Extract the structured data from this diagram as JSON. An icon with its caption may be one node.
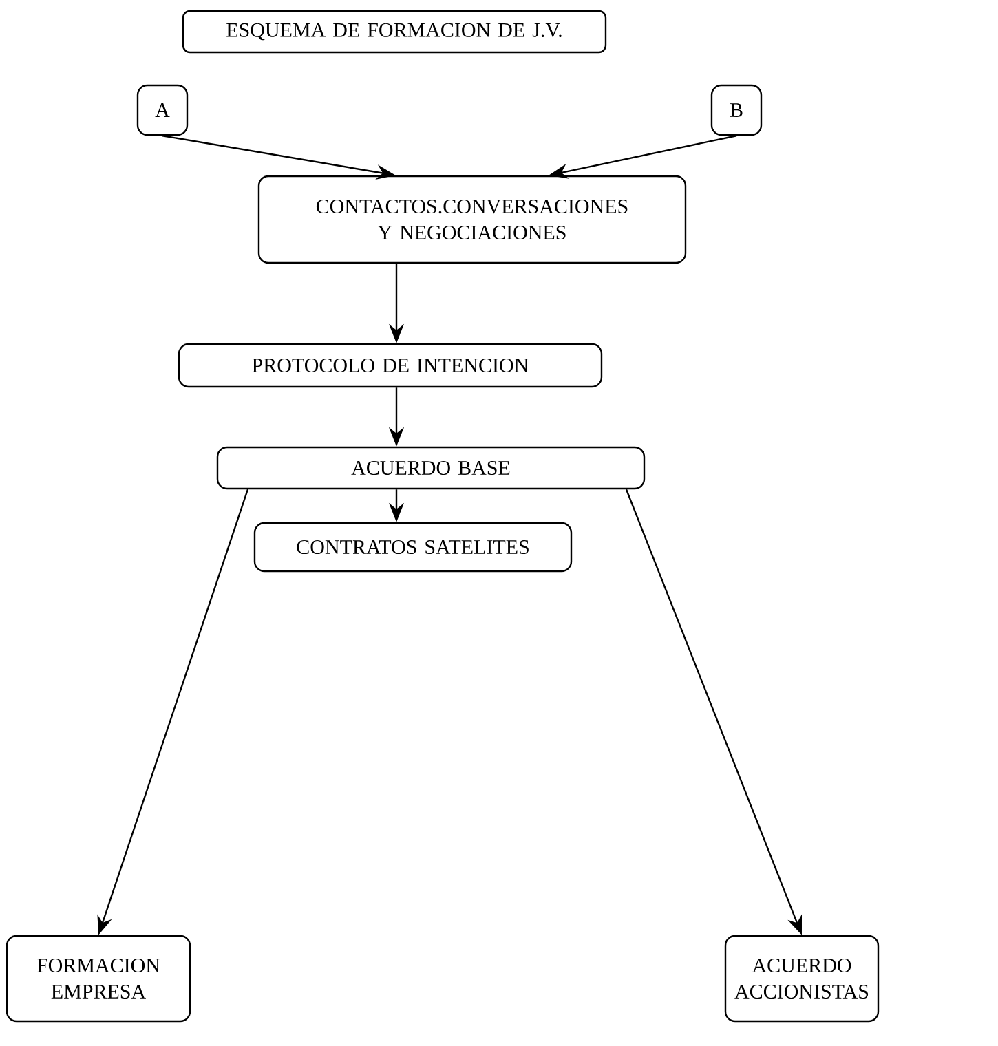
{
  "diagram": {
    "nodes": [
      {
        "text": [
          "ESQUEMA DE FORMACION DE J.V."
        ]
      },
      {
        "text": [
          "A"
        ]
      },
      {
        "text": [
          "B"
        ]
      },
      {
        "text": [
          "CONTACTOS.CONVERSACIONES Y NEGOCIACIONES"
        ]
      },
      {
        "text": [
          "PROTOCOLO DE INTENCION"
        ]
      },
      {
        "text": [
          "ACUERDO BASE"
        ]
      },
      {
        "text": [
          "CONTRATOS SATELITES"
        ]
      },
      {
        "text": [
          "FORMACION EMPRESA"
        ]
      },
      {
        "text": [
          "ACUERDO ACCIONISTAS"
        ]
      }
    ],
    "edges": [
      {
        "from": 1,
        "to": 3,
        "arrow": "to"
      },
      {
        "from": 2,
        "to": 3,
        "arrow": "to"
      },
      {
        "from": 3,
        "to": 4,
        "arrow": "to"
      },
      {
        "from": 4,
        "to": 5,
        "arrow": "to"
      },
      {
        "from": 5,
        "to": 6,
        "arrow": "to"
      },
      {
        "from": 5,
        "to": 7,
        "arrow": "to"
      },
      {
        "from": 5,
        "to": 8,
        "arrow": "to"
      }
    ]
  }
}
